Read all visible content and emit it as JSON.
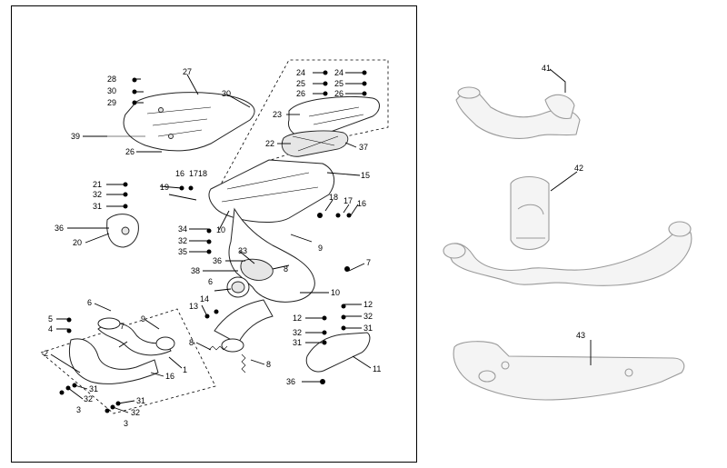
{
  "callouts": [
    {
      "id": "c28",
      "text": "28"
    },
    {
      "id": "c27",
      "text": "27"
    },
    {
      "id": "c30a",
      "text": "30"
    },
    {
      "id": "c29",
      "text": "29"
    },
    {
      "id": "c30b",
      "text": "30"
    },
    {
      "id": "c39",
      "text": "39"
    },
    {
      "id": "c26",
      "text": "26"
    },
    {
      "id": "c24a",
      "text": "24"
    },
    {
      "id": "c25a",
      "text": "25"
    },
    {
      "id": "c26a",
      "text": "26"
    },
    {
      "id": "c24b",
      "text": "24"
    },
    {
      "id": "c25b",
      "text": "25"
    },
    {
      "id": "c26b",
      "text": "26"
    },
    {
      "id": "c23",
      "text": "23"
    },
    {
      "id": "c22",
      "text": "22"
    },
    {
      "id": "c37",
      "text": "37"
    },
    {
      "id": "c15",
      "text": "15"
    },
    {
      "id": "c16a",
      "text": "16"
    },
    {
      "id": "c17a",
      "text": "17"
    },
    {
      "id": "c18a",
      "text": "18"
    },
    {
      "id": "c19",
      "text": "19"
    },
    {
      "id": "c18b",
      "text": "18"
    },
    {
      "id": "c17b",
      "text": "17"
    },
    {
      "id": "c16b",
      "text": "16"
    },
    {
      "id": "c21",
      "text": "21"
    },
    {
      "id": "c32a",
      "text": "32"
    },
    {
      "id": "c31a",
      "text": "31"
    },
    {
      "id": "c36a",
      "text": "36"
    },
    {
      "id": "c20",
      "text": "20"
    },
    {
      "id": "c10a",
      "text": "10"
    },
    {
      "id": "c34",
      "text": "34"
    },
    {
      "id": "c32b",
      "text": "32"
    },
    {
      "id": "c35",
      "text": "35"
    },
    {
      "id": "c33",
      "text": "33"
    },
    {
      "id": "c36b",
      "text": "36"
    },
    {
      "id": "c38",
      "text": "38"
    },
    {
      "id": "c9a",
      "text": "9"
    },
    {
      "id": "c8a",
      "text": "8"
    },
    {
      "id": "c7",
      "text": "7"
    },
    {
      "id": "c6a",
      "text": "6"
    },
    {
      "id": "c14",
      "text": "14"
    },
    {
      "id": "c13",
      "text": "13"
    },
    {
      "id": "c10b",
      "text": "10"
    },
    {
      "id": "c12a",
      "text": "12"
    },
    {
      "id": "c12b",
      "text": "12"
    },
    {
      "id": "c32c",
      "text": "32"
    },
    {
      "id": "c31b",
      "text": "31"
    },
    {
      "id": "c32d",
      "text": "32"
    },
    {
      "id": "c31c",
      "text": "31"
    },
    {
      "id": "c6b",
      "text": "6"
    },
    {
      "id": "c5",
      "text": "5"
    },
    {
      "id": "c4",
      "text": "4"
    },
    {
      "id": "c9b",
      "text": "9"
    },
    {
      "id": "c7b",
      "text": "7"
    },
    {
      "id": "c1",
      "text": "1"
    },
    {
      "id": "c2",
      "text": "2"
    },
    {
      "id": "c16c",
      "text": "16"
    },
    {
      "id": "c8b",
      "text": "8"
    },
    {
      "id": "c8c",
      "text": "8"
    },
    {
      "id": "c11",
      "text": "11"
    },
    {
      "id": "c36c",
      "text": "36"
    },
    {
      "id": "c31d",
      "text": "31"
    },
    {
      "id": "c32e",
      "text": "32"
    },
    {
      "id": "c3a",
      "text": "3"
    },
    {
      "id": "c31e",
      "text": "31"
    },
    {
      "id": "c32f",
      "text": "32"
    },
    {
      "id": "c3b",
      "text": "3"
    },
    {
      "id": "c41",
      "text": "41"
    },
    {
      "id": "c42",
      "text": "42"
    },
    {
      "id": "c43",
      "text": "43"
    }
  ]
}
